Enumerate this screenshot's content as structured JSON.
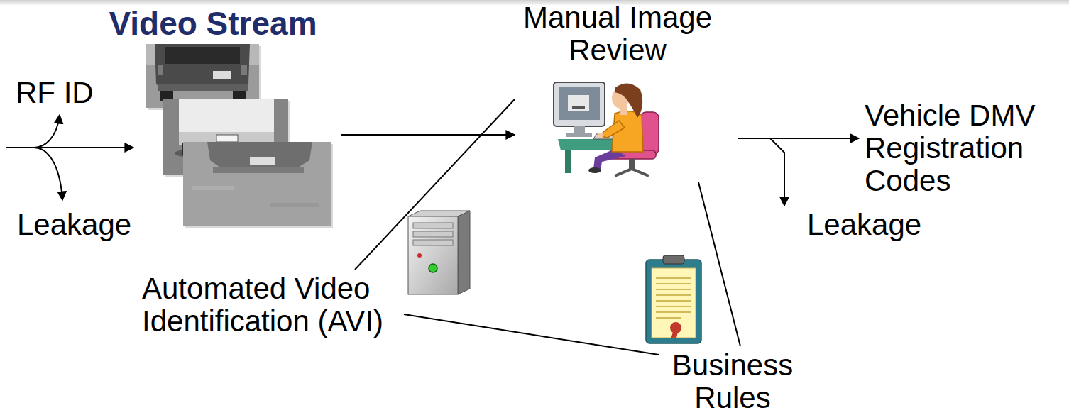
{
  "diagram": {
    "nodes": [
      {
        "text": [
          "Video Stream"
        ]
      },
      {
        "text": [
          "RF ID"
        ]
      },
      {
        "text": [
          "Leakage"
        ]
      },
      {
        "text": [
          "Manual Image Review"
        ]
      },
      {
        "text": [
          "Vehicle DMV Registration Codes"
        ]
      },
      {
        "text": [
          "Leakage"
        ]
      },
      {
        "text": [
          "Automated Video Identification (AVI)"
        ]
      },
      {
        "text": [
          "Business Rules"
        ]
      }
    ],
    "edges": [
      {
        "from": 0,
        "to": 3,
        "arrow": "to"
      },
      {
        "from": 3,
        "to": 4,
        "arrow": "to"
      },
      {
        "from": 3,
        "to": 5,
        "arrow": "to"
      },
      {
        "from": 6,
        "to": 3,
        "arrow": "none"
      },
      {
        "from": 3,
        "to": 7,
        "arrow": "none"
      },
      {
        "from": 6,
        "to": 7,
        "arrow": "none"
      }
    ]
  }
}
